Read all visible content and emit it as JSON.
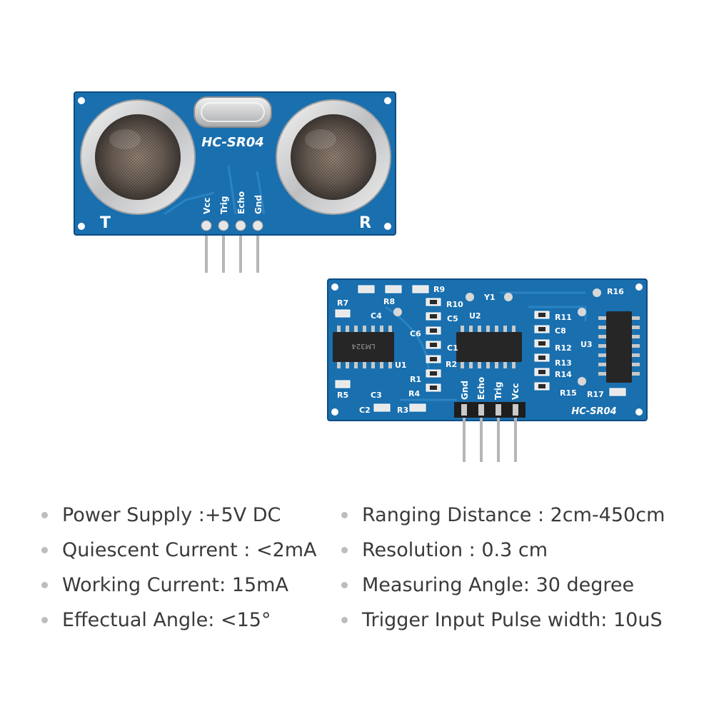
{
  "front_board": {
    "model_label": "HC-SR04",
    "left_transducer_label": "T",
    "right_transducer_label": "R",
    "pin_labels": [
      "Vcc",
      "Trig",
      "Echo",
      "Gnd"
    ]
  },
  "back_board": {
    "model_label": "HC-SR04",
    "pin_labels": [
      "Gnd",
      "Echo",
      "Trig",
      "Vcc"
    ],
    "component_labels": [
      "R7",
      "R8",
      "R9",
      "R10",
      "Y1",
      "R16",
      "C4",
      "C5",
      "U2",
      "R11",
      "C8",
      "C6",
      "C1",
      "R12",
      "U3",
      "R13",
      "R1",
      "R2",
      "R14",
      "U1",
      "R4",
      "R15",
      "R5",
      "C3",
      "R17",
      "C2",
      "R3"
    ],
    "chip_marking": "LM324"
  },
  "specs": {
    "left": [
      "Power Supply :+5V DC",
      "Quiescent Current : <2mA",
      "Working Current: 15mA",
      "Effectual Angle: <15°"
    ],
    "right": [
      "Ranging Distance : 2cm-450cm",
      "Resolution : 0.3 cm",
      "Measuring Angle: 30 degree",
      "Trigger Input Pulse width: 10uS"
    ]
  },
  "colors": {
    "pcb_blue": "#1a6fae",
    "pcb_dark": "#0f4f86",
    "silver": "#d9dadb",
    "chip_black": "#262626"
  }
}
